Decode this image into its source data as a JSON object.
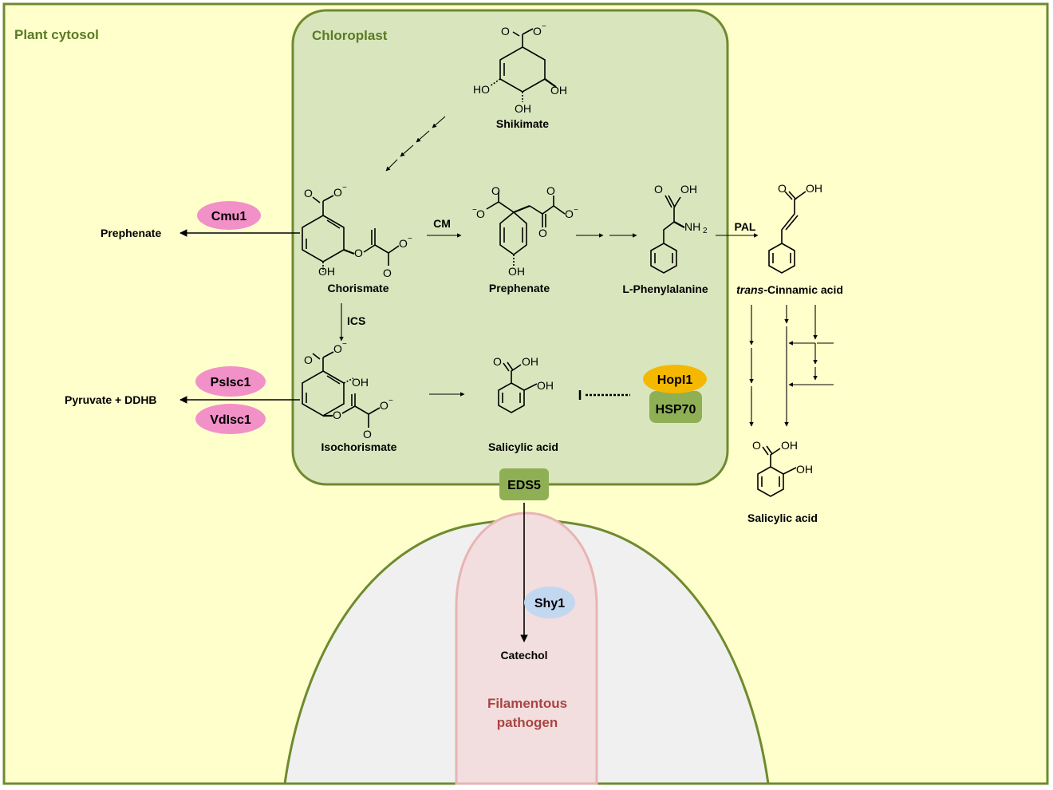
{
  "colors": {
    "cytosol_fill": "#ffffcc",
    "cytosol_border": "#6e8b2f",
    "chloroplast_fill": "#d9e6bd",
    "chloroplast_border": "#6e8b2f",
    "compartment_text": "#5a7a23",
    "pathogen_fill": "#f2dede",
    "pathogen_border": "#e8b4b4",
    "pathogen_text": "#a94442",
    "host_gray": "#f0f0f0",
    "pink_enzyme": "#f290c8",
    "yellow_enzyme": "#f5b800",
    "green_protein": "#8faf55",
    "blue_enzyme": "#c2d7f0"
  },
  "compartments": {
    "cytosol": "Plant cytosol",
    "chloroplast": "Chloroplast",
    "pathogen_line1": "Filamentous",
    "pathogen_line2": "pathogen"
  },
  "compounds": {
    "shikimate": "Shikimate",
    "chorismate": "Chorismate",
    "prephenate_mid": "Prephenate",
    "phenylalanine": "L-Phenylalanine",
    "cinnamic_italic": "trans",
    "cinnamic_rest": "-Cinnamic acid",
    "isochorismate": "Isochorismate",
    "salicylic_mid": "Salicylic acid",
    "salicylic_right": "Salicylic acid",
    "prephenate_left": "Prephenate",
    "pyruvate": "Pyruvate + DDHB",
    "catechol": "Catechol"
  },
  "enzymes": {
    "cm": "CM",
    "ics": "ICS",
    "pal": "PAL",
    "cmu1": "Cmu1",
    "psisc1": "PsIsc1",
    "vdisc1": "VdIsc1",
    "hopi1": "HopI1",
    "hsp70": "HSP70",
    "eds5": "EDS5",
    "shy1": "Shy1"
  },
  "atoms": {
    "oxygen": "O",
    "hydroxyl_left": "HO",
    "hydroxyl": "OH",
    "amine": "NH",
    "amine_sub": "2",
    "minus": "−"
  }
}
